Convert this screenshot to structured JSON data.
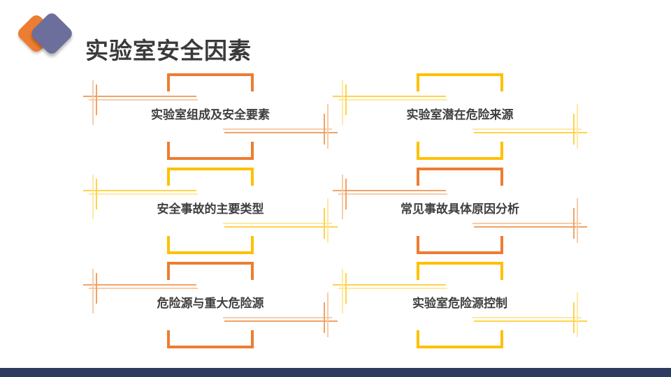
{
  "slide": {
    "title": "实验室安全因素",
    "colors": {
      "orange": "#ED7D31",
      "yellow": "#FFC000",
      "orange_line": "#EFA368",
      "orange_line_light": "#F7CDA9",
      "yellow_line": "#FFD34D",
      "yellow_line_light": "#FFE9A3",
      "text": "#3F3F3F",
      "title_text": "#3A3A3A",
      "logo_purple": "#6C6F9B",
      "footer_bar": "#2E3A60"
    },
    "items": [
      {
        "label": "实验室组成及安全要素",
        "scheme": "orange"
      },
      {
        "label": "实验室潜在危险来源",
        "scheme": "yellow"
      },
      {
        "label": "安全事故的主要类型",
        "scheme": "yellow"
      },
      {
        "label": "常见事故具体原因分析",
        "scheme": "orange"
      },
      {
        "label": "危险源与重大危险源",
        "scheme": "orange"
      },
      {
        "label": "实验室危险源控制",
        "scheme": "yellow"
      }
    ]
  }
}
